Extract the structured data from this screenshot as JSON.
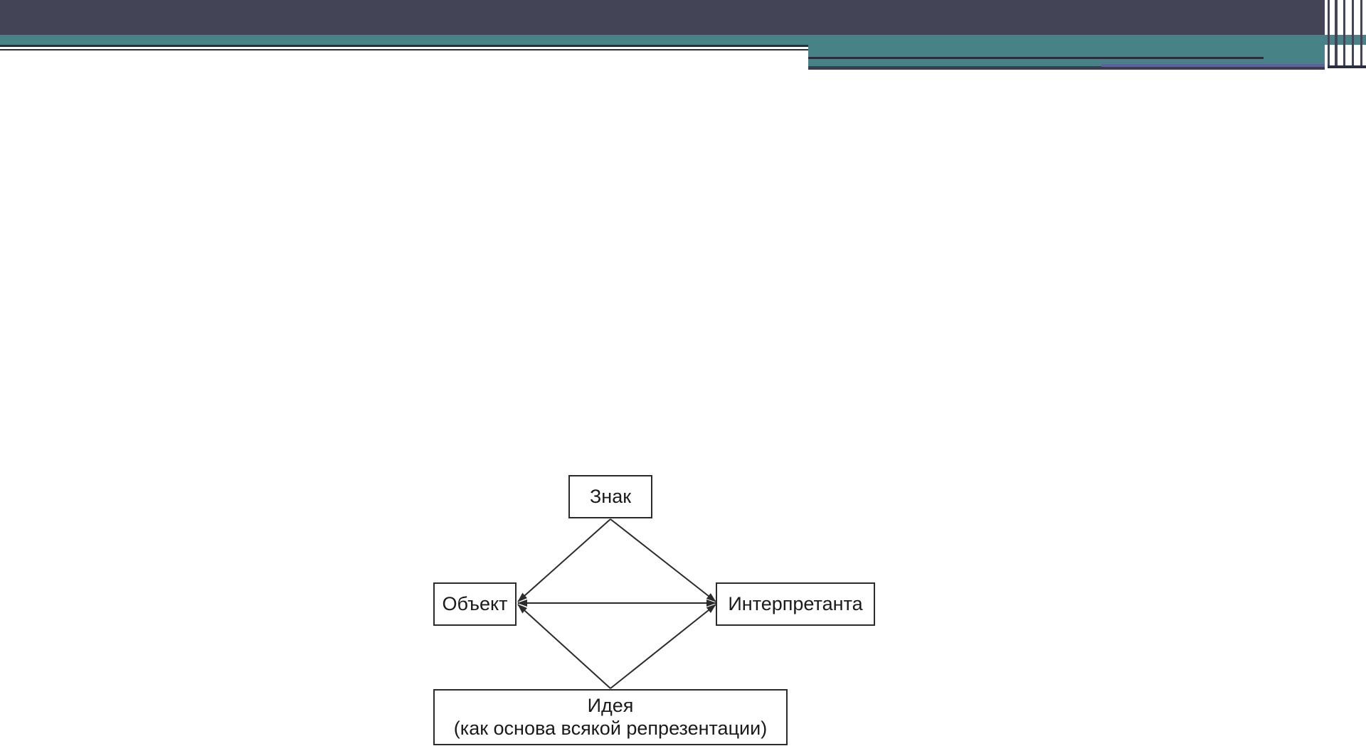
{
  "diagram": {
    "nodes": {
      "sign": "Знак",
      "object": "Объект",
      "interpretant": "Интерпретанта",
      "idea_title": "Идея",
      "idea_subtitle": "(как основа всякой репрезентации)"
    },
    "edges": [
      {
        "from": "sign",
        "to": "object",
        "arrow": "end"
      },
      {
        "from": "sign",
        "to": "interpretant",
        "arrow": "end"
      },
      {
        "from": "object",
        "to": "interpretant",
        "arrow": "both"
      },
      {
        "from": "idea",
        "to": "object",
        "arrow": "end"
      },
      {
        "from": "idea",
        "to": "interpretant",
        "arrow": "end"
      }
    ]
  },
  "colors": {
    "header_dark": "#434557",
    "header_teal": "#478386",
    "stroke": "#2b2b2b"
  }
}
